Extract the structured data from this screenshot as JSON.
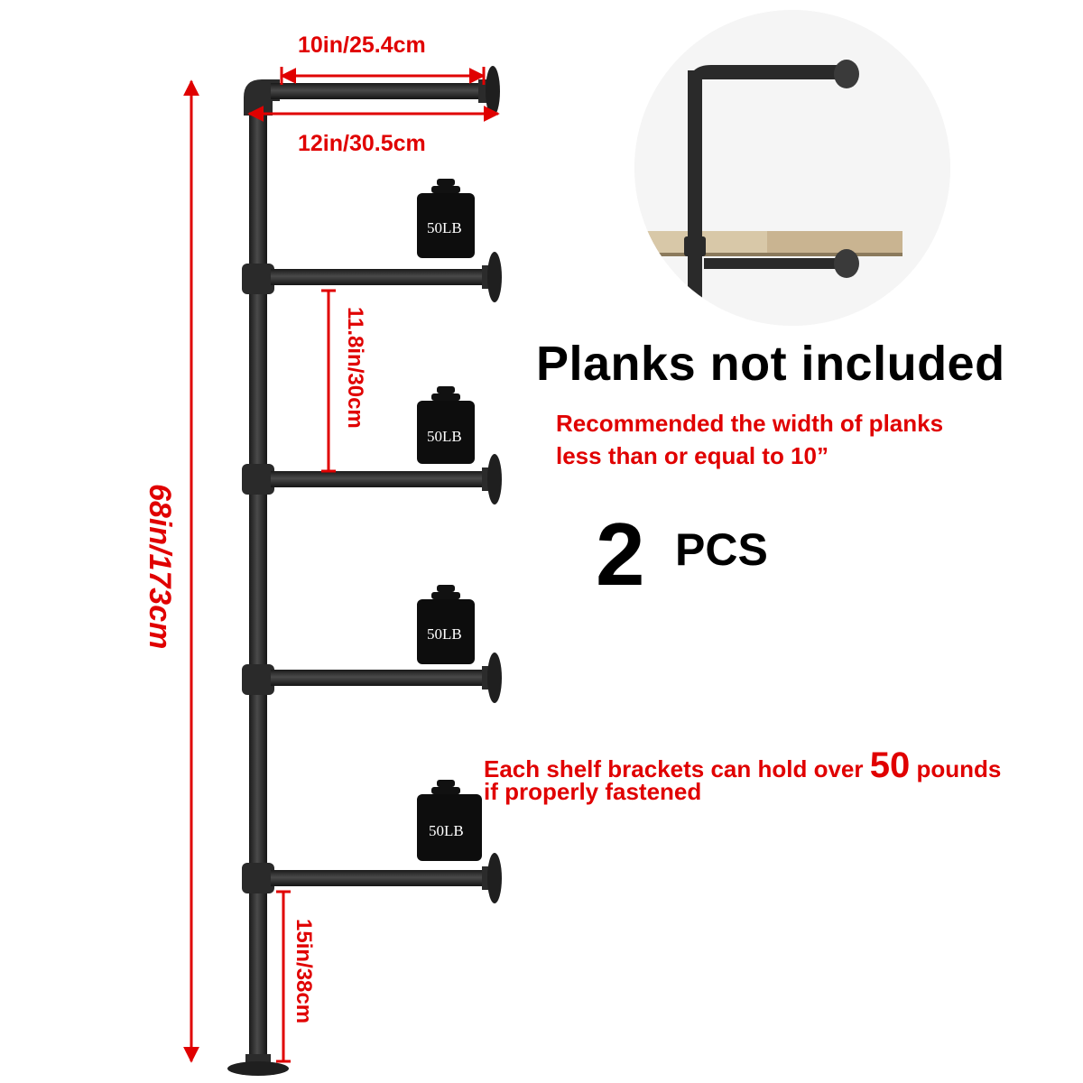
{
  "headline": "Planks not included",
  "recommendation": {
    "line1": "Recommended the width of planks",
    "line2": "less than or equal to 10”"
  },
  "quantity": {
    "number": "2",
    "unit": "PCS"
  },
  "capacity": {
    "line1_prefix": "Each shelf brackets can hold over ",
    "line1_number": "50",
    "line1_suffix": " pounds",
    "line2": "if properly fastened"
  },
  "dimensions": {
    "top_arm": "10in/25.4cm",
    "top_depth": "12in/30.5cm",
    "total_height": "68in/173cm",
    "shelf_spacing": "11.8in/30cm",
    "bottom_leg": "15in/38cm"
  },
  "weights": [
    "50LB",
    "50LB",
    "50LB",
    "50LB"
  ],
  "colors": {
    "accent": "#e00000",
    "pipe": "#2b2b2b",
    "text": "#000000"
  }
}
